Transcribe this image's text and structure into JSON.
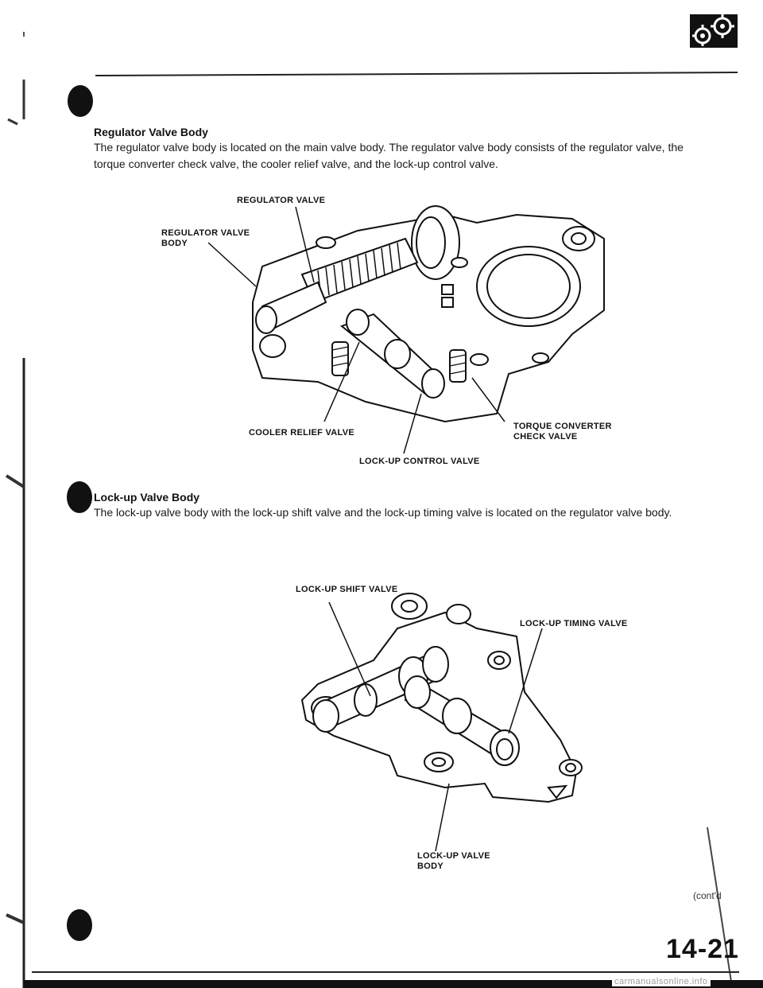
{
  "regulator": {
    "heading": "Regulator Valve Body",
    "text_line1": "The regulator valve body is located on the main valve body. The regulator valve body consists of the regulator valve, the",
    "text_line2": "torque converter check valve, the cooler relief valve, and the lock-up control valve.",
    "labels": {
      "regulator_valve": "REGULATOR VALVE",
      "regulator_valve_body_line1": "REGULATOR VALVE",
      "regulator_valve_body_line2": "BODY",
      "cooler_relief_valve": "COOLER RELIEF VALVE",
      "torque_converter_line1": "TORQUE CONVERTER",
      "torque_converter_line2": "CHECK VALVE",
      "lockup_control_valve": "LOCK-UP CONTROL VALVE"
    }
  },
  "lockup": {
    "heading": "Lock-up Valve Body",
    "text": "The lock-up valve body with the lock-up shift valve and the lock-up timing valve is located on the regulator valve body.",
    "labels": {
      "shift_valve": "LOCK-UP SHIFT VALVE",
      "timing_valve": "LOCK-UP TIMING VALVE",
      "body_line1": "LOCK-UP VALVE",
      "body_line2": "BODY"
    }
  },
  "footer": {
    "contd": "(cont'd",
    "page_number": "14-21",
    "watermark": "carmanualsonline.info"
  }
}
